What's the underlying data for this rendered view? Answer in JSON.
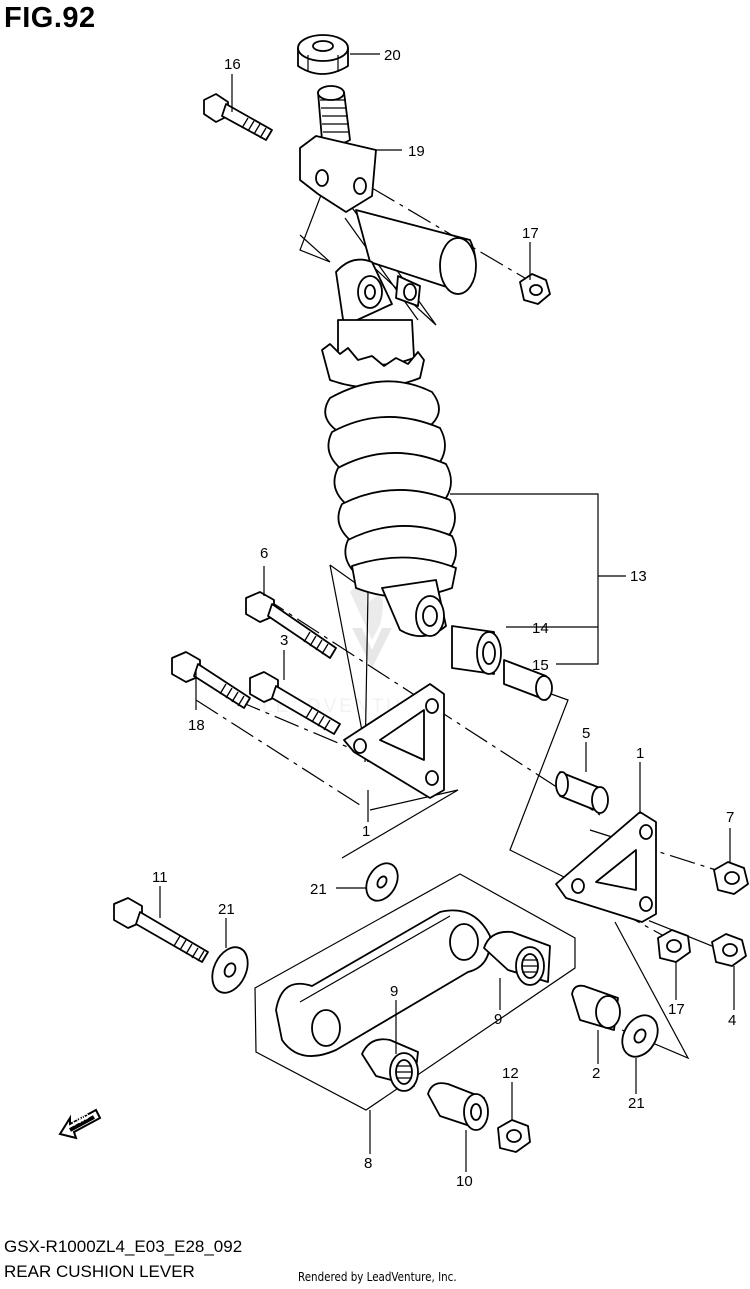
{
  "figure": {
    "title": "FIG.92",
    "code": "GSX-R1000ZL4_E03_E28_092",
    "subtitle": "REAR CUSHION LEVER",
    "rendered_by": "Rendered by LeadVenture, Inc.",
    "watermark": "LEADVENTURE",
    "fwd_label": "FWD"
  },
  "callouts": {
    "c1a": "1",
    "c1b": "1",
    "c2": "2",
    "c3": "3",
    "c4": "4",
    "c5": "5",
    "c6": "6",
    "c7": "7",
    "c8": "8",
    "c9a": "9",
    "c9b": "9",
    "c10": "10",
    "c11": "11",
    "c12": "12",
    "c13": "13",
    "c14": "14",
    "c15": "15",
    "c16": "16",
    "c17a": "17",
    "c17b": "17",
    "c18": "18",
    "c19": "19",
    "c20": "20",
    "c21a": "21",
    "c21b": "21",
    "c21c": "21"
  },
  "icons": {
    "fwd_arrow": "fwd-arrow-icon",
    "watermark_logo": "leadventure-logo-icon"
  }
}
